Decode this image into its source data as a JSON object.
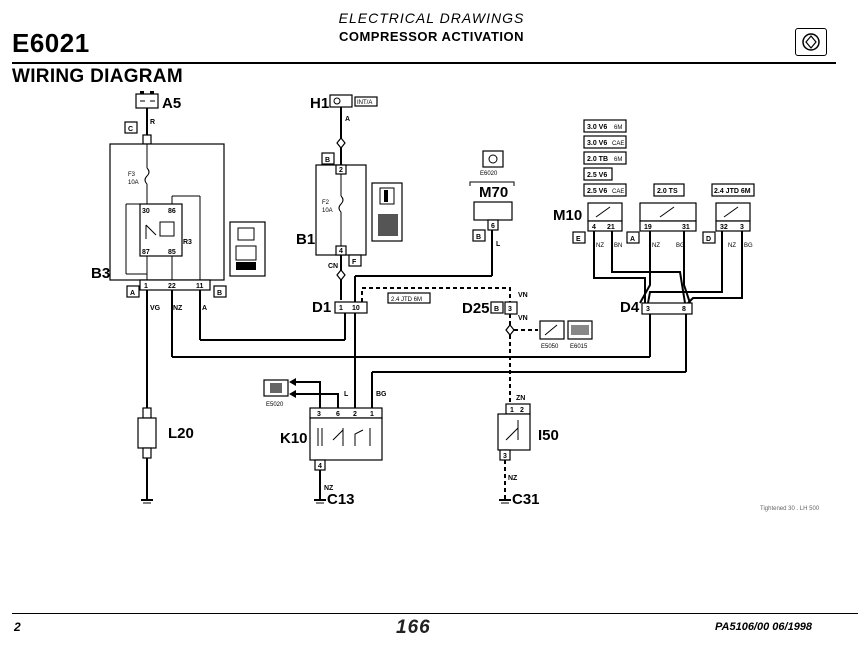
{
  "header": {
    "code": "E6021",
    "section": "ELECTRICAL DRAWINGS",
    "title": "COMPRESSOR ACTIVATION",
    "subtitle": "WIRING DIAGRAM"
  },
  "footer": {
    "page": "2",
    "brand": "166",
    "reference": "PA5106/00  06/1998"
  },
  "components": {
    "A5": "A5",
    "H1": "H1",
    "M70": "M70",
    "M10": "M10",
    "B3": "B3",
    "B1": "B1",
    "D1": "D1",
    "D25": "D25",
    "D4": "D4",
    "L20": "L20",
    "K10": "K10",
    "I50": "I50",
    "C13": "C13",
    "C31": "C31",
    "R3": "R3"
  },
  "connectors": {
    "c": "C",
    "b": "B",
    "f": "F",
    "a": "A",
    "e": "E",
    "d": "D"
  },
  "refs": {
    "e6020": "E6020",
    "e5050": "E5050",
    "e6015": "E6015",
    "e5020": "E5020",
    "int_a": "INT/A"
  },
  "variants": [
    "3.0 V6",
    "3.0 V6",
    "2.0 TB",
    "2.5 V6",
    "2.5 V6"
  ],
  "variant_suffix": [
    "6M",
    "CAE",
    "6M",
    "",
    "CAE"
  ],
  "m10_variants": [
    "2.0 TS",
    "2.4 JTD 6M"
  ],
  "d1_tag": "2.4 JTD 6M",
  "fuses": {
    "f3": "F3",
    "f3_amp": "10A",
    "f2": "F2",
    "f2_amp": "10A"
  },
  "relay_pins": [
    "30",
    "86",
    "87",
    "85"
  ],
  "pins": {
    "b3": [
      "1",
      "22",
      "11"
    ],
    "b1": [
      "2",
      "4"
    ],
    "d1": [
      "1",
      "10"
    ],
    "d25": [
      "3"
    ],
    "m70": [
      "6"
    ],
    "m10": [
      "4",
      "21",
      "19",
      "31",
      "32",
      "3"
    ],
    "d4": [
      "3",
      "8"
    ],
    "k10": [
      "3",
      "6",
      "2",
      "1",
      "4"
    ],
    "i50": [
      "1",
      "2",
      "3"
    ]
  },
  "wire_colors": {
    "r": "R",
    "a": "A",
    "cn": "CN",
    "vg": "VG",
    "nz": "NZ",
    "l": "L",
    "bg": "BG",
    "vn": "VN",
    "zn": "ZN",
    "bn": "BN"
  },
  "tiny_note": "Tightened 30 . LH 500"
}
